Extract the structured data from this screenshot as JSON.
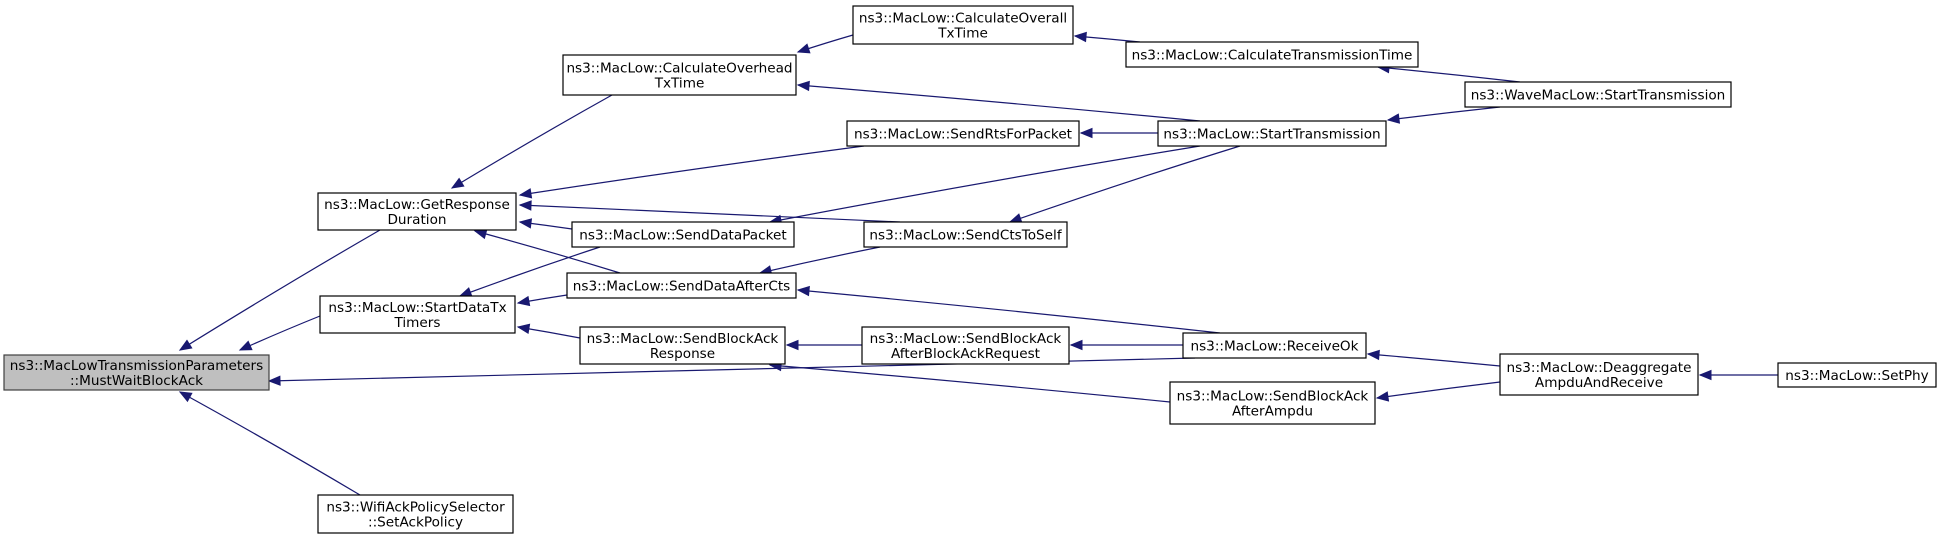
{
  "diagram": {
    "type": "call-graph",
    "colors": {
      "edge": "#191970",
      "root_fill": "#bfbfbf",
      "node_fill": "#ffffff",
      "node_stroke": "#000000"
    },
    "nodes": [
      {
        "id": "mustwait",
        "lines": [
          "ns3::MacLowTransmissionParameters",
          "::MustWaitBlockAck"
        ],
        "root": true
      },
      {
        "id": "getresp",
        "lines": [
          "ns3::MacLow::GetResponse",
          "Duration"
        ]
      },
      {
        "id": "startdatatx",
        "lines": [
          "ns3::MacLow::StartDataTx",
          "Timers"
        ]
      },
      {
        "id": "wifiack",
        "lines": [
          "ns3::WifiAckPolicySelector",
          "::SetAckPolicy"
        ]
      },
      {
        "id": "calcoverhead",
        "lines": [
          "ns3::MacLow::CalculateOverhead",
          "TxTime"
        ]
      },
      {
        "id": "calcoverall",
        "lines": [
          "ns3::MacLow::CalculateOverall",
          "TxTime"
        ]
      },
      {
        "id": "calctrans",
        "lines": [
          "ns3::MacLow::CalculateTransmissionTime"
        ]
      },
      {
        "id": "wavestart",
        "lines": [
          "ns3::WaveMacLow::StartTransmission"
        ]
      },
      {
        "id": "sendrts",
        "lines": [
          "ns3::MacLow::SendRtsForPacket"
        ]
      },
      {
        "id": "starttrans",
        "lines": [
          "ns3::MacLow::StartTransmission"
        ]
      },
      {
        "id": "senddata",
        "lines": [
          "ns3::MacLow::SendDataPacket"
        ]
      },
      {
        "id": "sendcts",
        "lines": [
          "ns3::MacLow::SendCtsToSelf"
        ]
      },
      {
        "id": "senddataafter",
        "lines": [
          "ns3::MacLow::SendDataAfterCts"
        ]
      },
      {
        "id": "sendblockresp",
        "lines": [
          "ns3::MacLow::SendBlockAck",
          "Response"
        ]
      },
      {
        "id": "sendblockafterreq",
        "lines": [
          "ns3::MacLow::SendBlockAck",
          "AfterBlockAckRequest"
        ]
      },
      {
        "id": "receiveok",
        "lines": [
          "ns3::MacLow::ReceiveOk"
        ]
      },
      {
        "id": "sendblockafterampdu",
        "lines": [
          "ns3::MacLow::SendBlockAck",
          "AfterAmpdu"
        ]
      },
      {
        "id": "deaggregate",
        "lines": [
          "ns3::MacLow::Deaggregate",
          "AmpduAndReceive"
        ]
      },
      {
        "id": "setphy",
        "lines": [
          "ns3::MacLow::SetPhy"
        ]
      }
    ],
    "edges": [
      {
        "from": "getresp",
        "to": "mustwait"
      },
      {
        "from": "startdatatx",
        "to": "mustwait"
      },
      {
        "from": "receiveok",
        "to": "mustwait"
      },
      {
        "from": "wifiack",
        "to": "mustwait"
      },
      {
        "from": "calcoverhead",
        "to": "getresp"
      },
      {
        "from": "sendrts",
        "to": "getresp"
      },
      {
        "from": "sendcts",
        "to": "getresp"
      },
      {
        "from": "senddata",
        "to": "getresp"
      },
      {
        "from": "senddataafter",
        "to": "getresp"
      },
      {
        "from": "calcoverall",
        "to": "calcoverhead"
      },
      {
        "from": "starttrans",
        "to": "calcoverhead"
      },
      {
        "from": "calctrans",
        "to": "calcoverall"
      },
      {
        "from": "wavestart",
        "to": "calctrans"
      },
      {
        "from": "starttrans",
        "to": "sendrts"
      },
      {
        "from": "wavestart",
        "to": "starttrans"
      },
      {
        "from": "starttrans",
        "to": "senddata"
      },
      {
        "from": "starttrans",
        "to": "sendcts"
      },
      {
        "from": "senddata",
        "to": "startdatatx"
      },
      {
        "from": "senddataafter",
        "to": "startdatatx"
      },
      {
        "from": "sendblockresp",
        "to": "startdatatx"
      },
      {
        "from": "sendcts",
        "to": "senddataafter"
      },
      {
        "from": "receiveok",
        "to": "senddataafter"
      },
      {
        "from": "sendblockafterreq",
        "to": "sendblockresp"
      },
      {
        "from": "sendblockafterampdu",
        "to": "sendblockresp"
      },
      {
        "from": "receiveok",
        "to": "sendblockafterreq"
      },
      {
        "from": "deaggregate",
        "to": "receiveok"
      },
      {
        "from": "deaggregate",
        "to": "sendblockafterampdu"
      },
      {
        "from": "setphy",
        "to": "deaggregate"
      }
    ]
  }
}
